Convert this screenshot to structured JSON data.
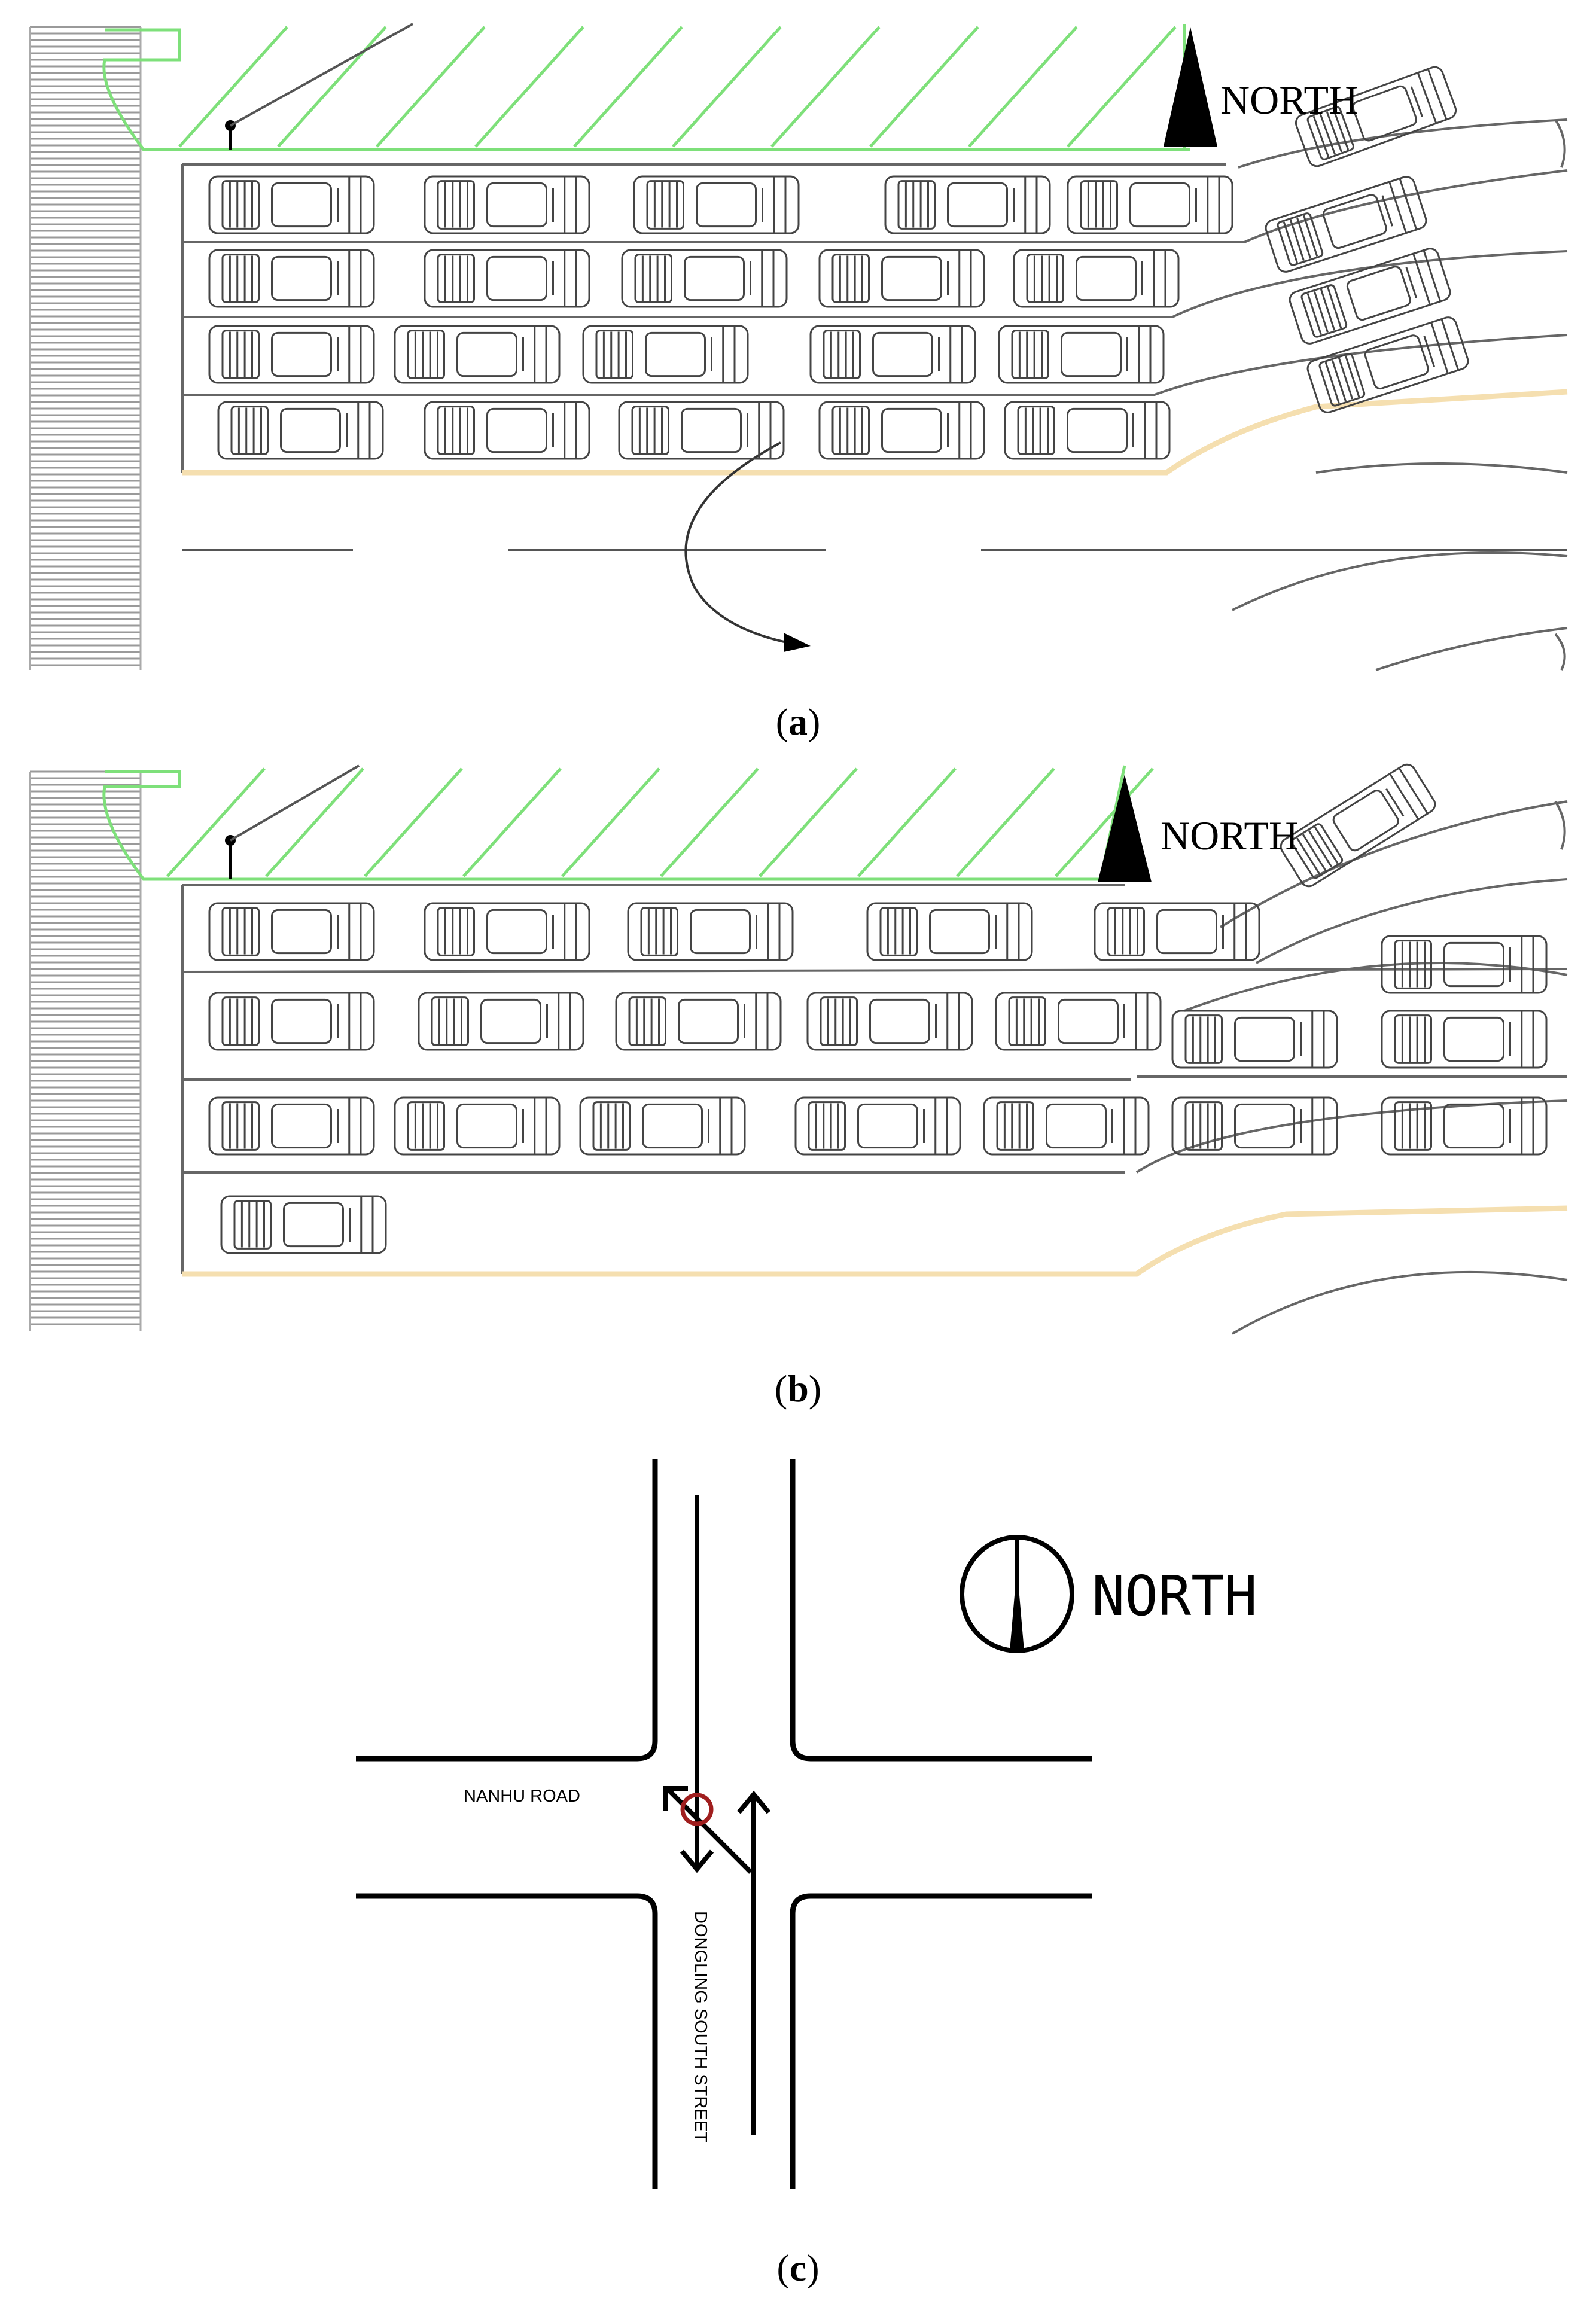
{
  "panels": {
    "a": {
      "north_label": "NORTH",
      "caption": "a"
    },
    "b": {
      "north_label": "NORTH",
      "caption": "b"
    },
    "c": {
      "north_label": "NORTH",
      "road_horizontal": "NANHU ROAD",
      "road_vertical": "DONGLING SOUTH STREET",
      "caption": "c"
    }
  },
  "colors": {
    "hatch": "#7ee07a",
    "curb": "#f5dfb0",
    "line": "#555555",
    "marker": "#a01e1e"
  }
}
